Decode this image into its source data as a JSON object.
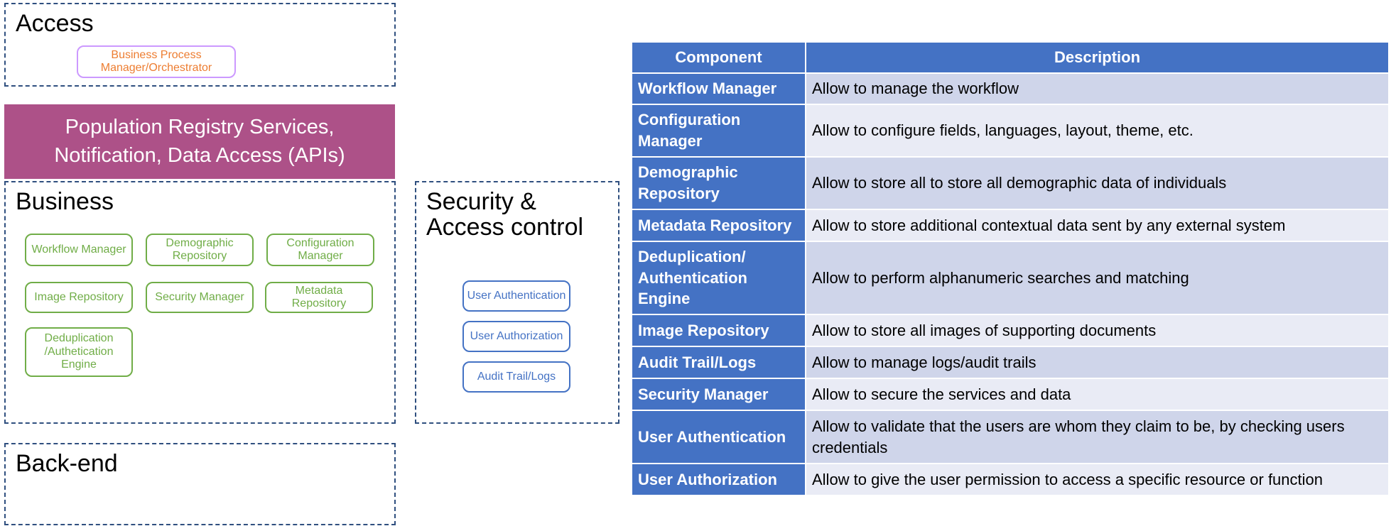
{
  "layers": {
    "access": {
      "title": "Access",
      "chips": [
        "Business Process Manager/Orchestrator"
      ]
    },
    "api_bar": {
      "line1": "Population Registry Services,",
      "line2": "Notification, Data Access (APIs)"
    },
    "business": {
      "title": "Business",
      "chips": [
        "Workflow Manager",
        "Demographic Repository",
        "Configuration Manager",
        "Image Repository",
        "Security Manager",
        "Metadata Repository",
        "Deduplication /Authetication Engine"
      ]
    },
    "security": {
      "title_line1": "Security &",
      "title_line2": "Access control",
      "chips": [
        "User Authentication",
        "User Authorization",
        "Audit Trail/Logs"
      ]
    },
    "backend": {
      "title": "Back-end"
    }
  },
  "table": {
    "headers": [
      "Component",
      "Description"
    ],
    "rows": [
      {
        "component": "Workflow Manager",
        "description": "Allow to manage the workflow"
      },
      {
        "component": "Configuration Manager",
        "description": "Allow to configure fields, languages, layout, theme, etc."
      },
      {
        "component": "Demographic Repository",
        "description": "Allow to store all to store all demographic data of individuals"
      },
      {
        "component": "Metadata Repository",
        "description": "Allow to store additional contextual data sent by any external system"
      },
      {
        "component": "Deduplication/ Authentication Engine",
        "description": "Allow to perform alphanumeric searches and matching"
      },
      {
        "component": "Image Repository",
        "description": "Allow to store all images of supporting documents"
      },
      {
        "component": "Audit Trail/Logs",
        "description": "Allow to manage logs/audit trails"
      },
      {
        "component": "Security Manager",
        "description": "Allow to secure the services and data"
      },
      {
        "component": "User Authentication",
        "description": "Allow to validate that the users are whom they claim to be, by checking users credentials"
      },
      {
        "component": "User Authorization",
        "description": "Allow to give the user permission to access a specific resource or function"
      }
    ]
  },
  "colors": {
    "api_bar": "#ad5188",
    "business_chip": "#70ad47",
    "security_chip": "#4472c4",
    "access_chip_text": "#ed7d31",
    "access_chip_border": "#cc99ff",
    "table_header": "#4472c4",
    "row_odd": "#cfd5ea",
    "row_even": "#e9ebf5"
  }
}
